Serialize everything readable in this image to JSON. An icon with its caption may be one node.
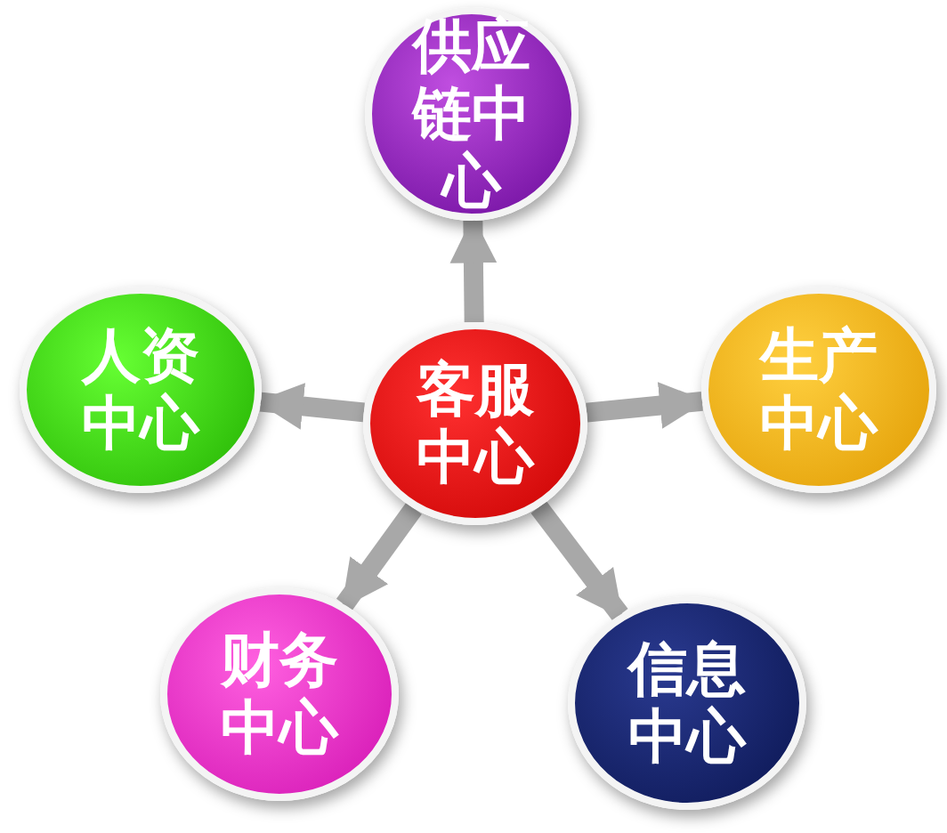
{
  "diagram": {
    "nodes": [
      {
        "text": [
          "供应链中心"
        ]
      },
      {
        "text": [
          "人资中心"
        ]
      },
      {
        "text": [
          "客服中心"
        ]
      },
      {
        "text": [
          "生产中心"
        ]
      },
      {
        "text": [
          "财务中心"
        ]
      },
      {
        "text": [
          "信息中心"
        ]
      }
    ],
    "edges": [
      {
        "from": 2,
        "to": 0,
        "arrow": "to"
      },
      {
        "from": 2,
        "to": 1,
        "arrow": "to"
      },
      {
        "from": 2,
        "to": 3,
        "arrow": "to"
      },
      {
        "from": 2,
        "to": 4,
        "arrow": "to"
      },
      {
        "from": 2,
        "to": 5,
        "arrow": "to"
      }
    ]
  }
}
